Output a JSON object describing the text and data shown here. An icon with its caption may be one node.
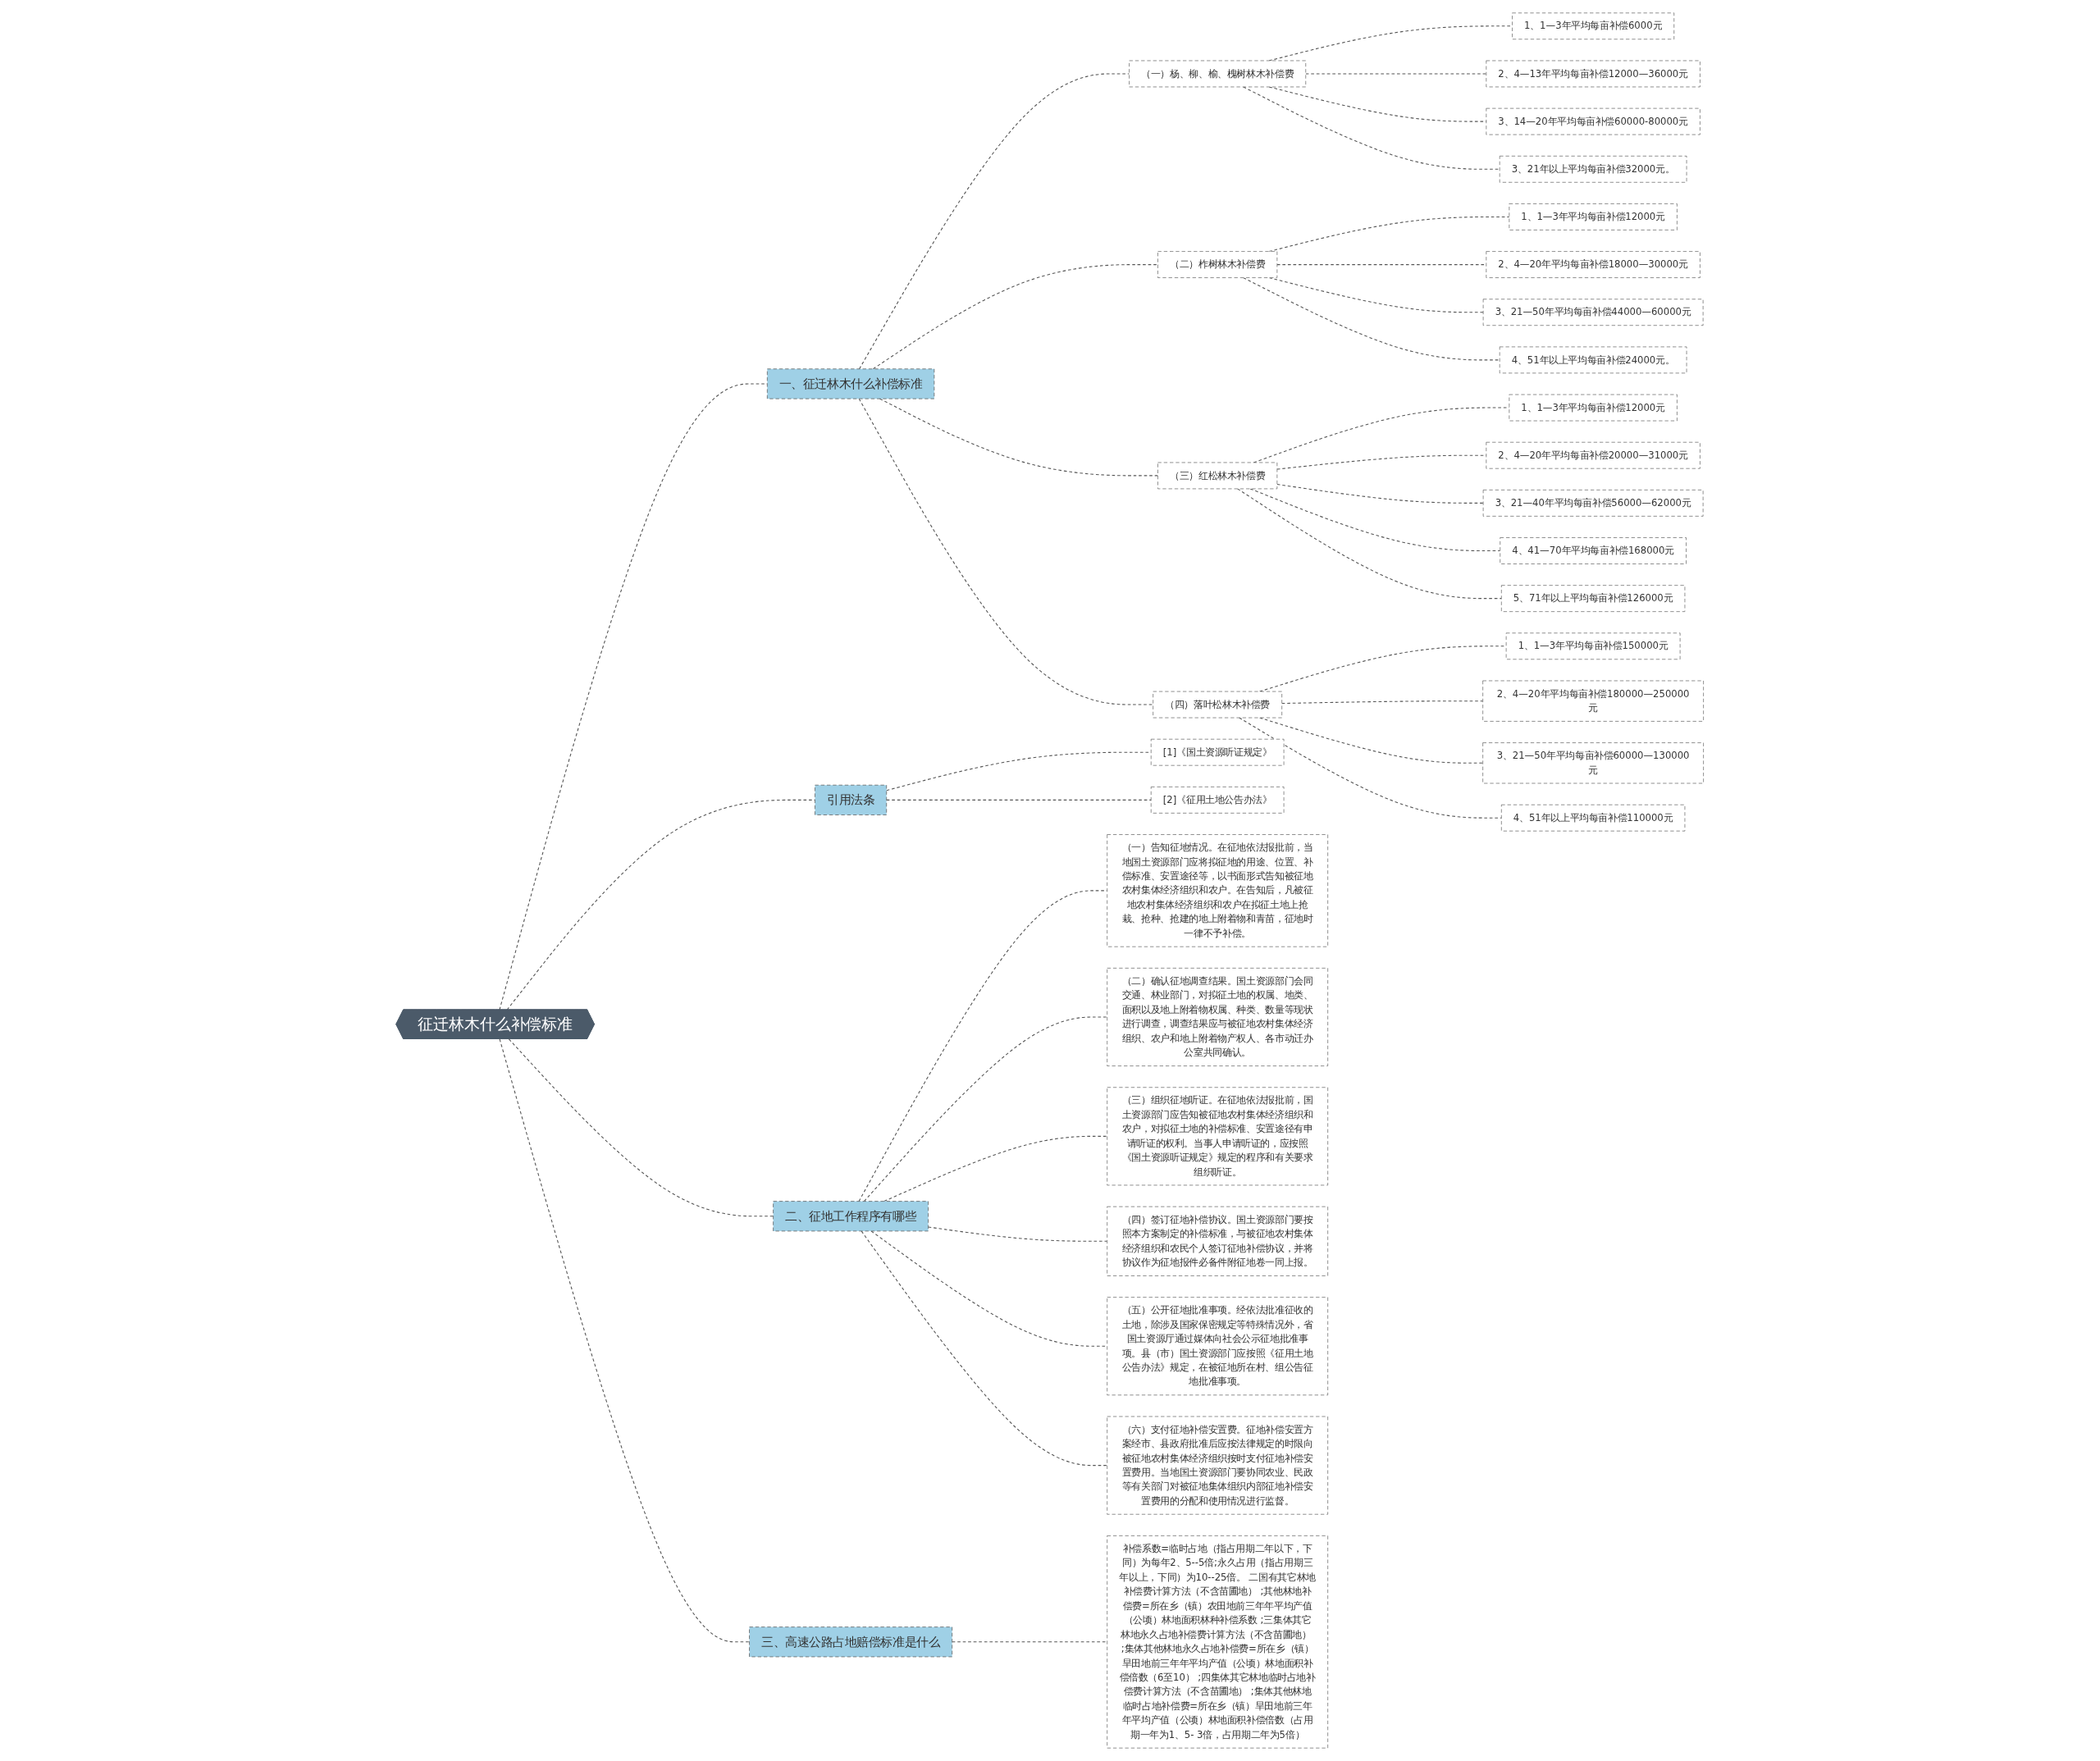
{
  "diagram": {
    "nodes": [
      {
        "text": [
          "征迁林木什么补偿标准"
        ]
      },
      {
        "text": [
          "一、征迁林木什么补偿标准"
        ]
      },
      {
        "text": [
          "（一）杨、柳、榆、槐树林木补偿费"
        ]
      },
      {
        "text": [
          "1、1—3年平均每亩补偿6000元"
        ]
      },
      {
        "text": [
          "2、4—13年平均每亩补偿12000—36000元"
        ]
      },
      {
        "text": [
          "3、14—20年平均每亩补偿60000-80000元"
        ]
      },
      {
        "text": [
          "3、21年以上平均每亩补偿32000元。"
        ]
      },
      {
        "text": [
          "（二）柞树林木补偿费"
        ]
      },
      {
        "text": [
          "1、1—3年平均每亩补偿12000元"
        ]
      },
      {
        "text": [
          "2、4—20年平均每亩补偿18000—30000元"
        ]
      },
      {
        "text": [
          "3、21—50年平均每亩补偿44000—60000元"
        ]
      },
      {
        "text": [
          "4、51年以上平均每亩补偿24000元。"
        ]
      },
      {
        "text": [
          "（三）红松林木补偿费"
        ]
      },
      {
        "text": [
          "1、1—3年平均每亩补偿12000元"
        ]
      },
      {
        "text": [
          "2、4—20年平均每亩补偿20000—31000元"
        ]
      },
      {
        "text": [
          "3、21—40年平均每亩补偿56000—62000元"
        ]
      },
      {
        "text": [
          "4、41—70年平均每亩补偿168000元"
        ]
      },
      {
        "text": [
          "5、71年以上平均每亩补偿126000元"
        ]
      },
      {
        "text": [
          "（四）落叶松林木补偿费"
        ]
      },
      {
        "text": [
          "1、1—3年平均每亩补偿150000元"
        ]
      },
      {
        "text": [
          "2、4—20年平均每亩补偿180000—250000元"
        ]
      },
      {
        "text": [
          "3、21—50年平均每亩补偿60000—130000元"
        ]
      },
      {
        "text": [
          "4、51年以上平均每亩补偿110000元"
        ]
      },
      {
        "text": [
          "三、高速公路占地赔偿标准是什么"
        ]
      },
      {
        "text": [
          "补偿系数=临时占地（指占用期二年以下，下同）为每年2、5--5倍;永久占用（指占用期三年以上，下同）为10--25倍。 二国有其它林地补偿费计算方法（不含苗圃地） ;其他林地补偿费=所在乡（镇）农田地前三年年平均产值（公顷）林地面积林种补偿系数 ;三集体其它林地永久占地补偿费计算方法（不含苗圃地） ;集体其他林地永久占地补偿费=所在乡（镇）旱田地前三年年平均产值（公顷）林地面积补偿倍数（6至10） ;四集体其它林地临时占地补偿费计算方法（不含苗圃地） ;集体其他林地临时占地补偿费=所在乡（镇）旱田地前三年年平均产值（公顷）林地面积补偿倍数（占用期一年为1、5- 3倍，占用期二年为5倍）"
        ]
      },
      {
        "text": [
          "二、征地工作程序有哪些"
        ]
      },
      {
        "text": [
          "（一）告知征地情况。在征地依法报批前，当地国土资源部门应将拟征地的用途、位置、补偿标准、安置途径等，以书面形式告知被征地农村集体经济组织和农户。在告知后，凡被征地农村集体经济组织和农户在拟征土地上抢栽、抢种、抢建的地上附着物和青苗，征地时一律不予补偿。"
        ]
      },
      {
        "text": [
          "（二）确认征地调查结果。国土资源部门会同交通、林业部门，对拟征土地的权属、地类、面积以及地上附着物权属、种类、数量等现状进行调查，调查结果应与被征地农村集体经济组织、农户和地上附着物产权人、各市动迁办公室共同确认。"
        ]
      },
      {
        "text": [
          "（三）组织征地听证。在征地依法报批前，国土资源部门应告知被征地农村集体经济组织和农户，对拟征土地的补偿标准、安置途径有申请听证的权利。当事人申请听证的，应按照《国土资源听证规定》规定的程序和有关要求组织听证。"
        ]
      },
      {
        "text": [
          "（四）签订征地补偿协议。国土资源部门要按照本方案制定的补偿标准，与被征地农村集体经济组织和农民个人签订征地补偿协议，并将协议作为征地报件必备件附征地卷一同上报。"
        ]
      },
      {
        "text": [
          "（五）公开征地批准事项。经依法批准征收的土地，除涉及国家保密规定等特殊情况外，省国土资源厅通过媒体向社会公示征地批准事项。县（市）国土资源部门应按照《征用土地公告办法》规定，在被征地所在村、组公告征地批准事项。"
        ]
      },
      {
        "text": [
          "（六）支付征地补偿安置费。征地补偿安置方案经市、县政府批准后应按法律规定的时限向被征地农村集体经济组织按时支付征地补偿安置费用。当地国土资源部门要协同农业、民政等有关部门对被征地集体组织内部征地补偿安置费用的分配和使用情况进行监督。"
        ]
      },
      {
        "text": [
          "引用法条"
        ]
      },
      {
        "text": [
          "[1]《国土资源听证规定》"
        ]
      },
      {
        "text": [
          "[2]《征用土地公告办法》"
        ]
      }
    ],
    "edges": [
      {
        "from": 0,
        "to": 1,
        "arrow": "none",
        "style": "dashed"
      },
      {
        "from": 1,
        "to": 2,
        "arrow": "none",
        "style": "dashed"
      },
      {
        "from": 2,
        "to": 3,
        "arrow": "none",
        "style": "dashed"
      },
      {
        "from": 2,
        "to": 4,
        "arrow": "none",
        "style": "dashed"
      },
      {
        "from": 2,
        "to": 5,
        "arrow": "none",
        "style": "dashed"
      },
      {
        "from": 2,
        "to": 6,
        "arrow": "none",
        "style": "dashed"
      },
      {
        "from": 1,
        "to": 7,
        "arrow": "none",
        "style": "dashed"
      },
      {
        "from": 7,
        "to": 8,
        "arrow": "none",
        "style": "dashed"
      },
      {
        "from": 7,
        "to": 9,
        "arrow": "none",
        "style": "dashed"
      },
      {
        "from": 7,
        "to": 10,
        "arrow": "none",
        "style": "dashed"
      },
      {
        "from": 7,
        "to": 11,
        "arrow": "none",
        "style": "dashed"
      },
      {
        "from": 1,
        "to": 12,
        "arrow": "none",
        "style": "dashed"
      },
      {
        "from": 12,
        "to": 13,
        "arrow": "none",
        "style": "dashed"
      },
      {
        "from": 12,
        "to": 14,
        "arrow": "none",
        "style": "dashed"
      },
      {
        "from": 12,
        "to": 15,
        "arrow": "none",
        "style": "dashed"
      },
      {
        "from": 12,
        "to": 16,
        "arrow": "none",
        "style": "dashed"
      },
      {
        "from": 12,
        "to": 17,
        "arrow": "none",
        "style": "dashed"
      },
      {
        "from": 1,
        "to": 18,
        "arrow": "none",
        "style": "dashed"
      },
      {
        "from": 18,
        "to": 19,
        "arrow": "none",
        "style": "dashed"
      },
      {
        "from": 18,
        "to": 20,
        "arrow": "none",
        "style": "dashed"
      },
      {
        "from": 18,
        "to": 21,
        "arrow": "none",
        "style": "dashed"
      },
      {
        "from": 18,
        "to": 22,
        "arrow": "none",
        "style": "dashed"
      },
      {
        "from": 0,
        "to": 23,
        "arrow": "none",
        "style": "dashed"
      },
      {
        "from": 23,
        "to": 24,
        "arrow": "none",
        "style": "dashed"
      },
      {
        "from": 0,
        "to": 25,
        "arrow": "none",
        "style": "dashed"
      },
      {
        "from": 25,
        "to": 26,
        "arrow": "none",
        "style": "dashed"
      },
      {
        "from": 25,
        "to": 27,
        "arrow": "none",
        "style": "dashed"
      },
      {
        "from": 25,
        "to": 28,
        "arrow": "none",
        "style": "dashed"
      },
      {
        "from": 25,
        "to": 29,
        "arrow": "none",
        "style": "dashed"
      },
      {
        "from": 25,
        "to": 30,
        "arrow": "none",
        "style": "dashed"
      },
      {
        "from": 25,
        "to": 31,
        "arrow": "none",
        "style": "dashed"
      },
      {
        "from": 0,
        "to": 32,
        "arrow": "none",
        "style": "dashed"
      },
      {
        "from": 32,
        "to": 33,
        "arrow": "none",
        "style": "dashed"
      },
      {
        "from": 32,
        "to": 34,
        "arrow": "none",
        "style": "dashed"
      }
    ]
  }
}
